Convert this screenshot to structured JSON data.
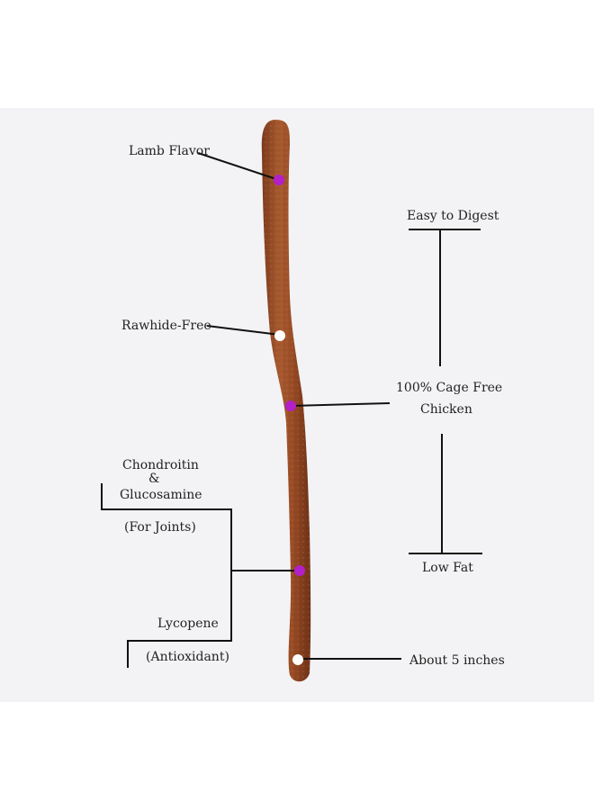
{
  "labels": {
    "lamb_flavor": "Lamb Flavor",
    "rawhide_free": "Rawhide-Free",
    "easy_to_digest": "Easy to Digest",
    "cage_free_line1": "100% Cage Free",
    "cage_free_line2": "Chicken",
    "low_fat": "Low Fat",
    "chondroitin_line1": "Chondroitin",
    "chondroitin_line2": "&",
    "chondroitin_line3": "Glucosamine",
    "for_joints": "(For Joints)",
    "lycopene": "Lycopene",
    "antioxidant": "(Antioxidant)",
    "about_5_inches": "About 5 inches"
  },
  "colors": {
    "background_panel": "#f3f3f5",
    "stick": "#a0522d",
    "stick_dark": "#7c3a1c",
    "marker_purple": "#b31fc8",
    "marker_white": "#ffffff",
    "line": "#111111"
  }
}
